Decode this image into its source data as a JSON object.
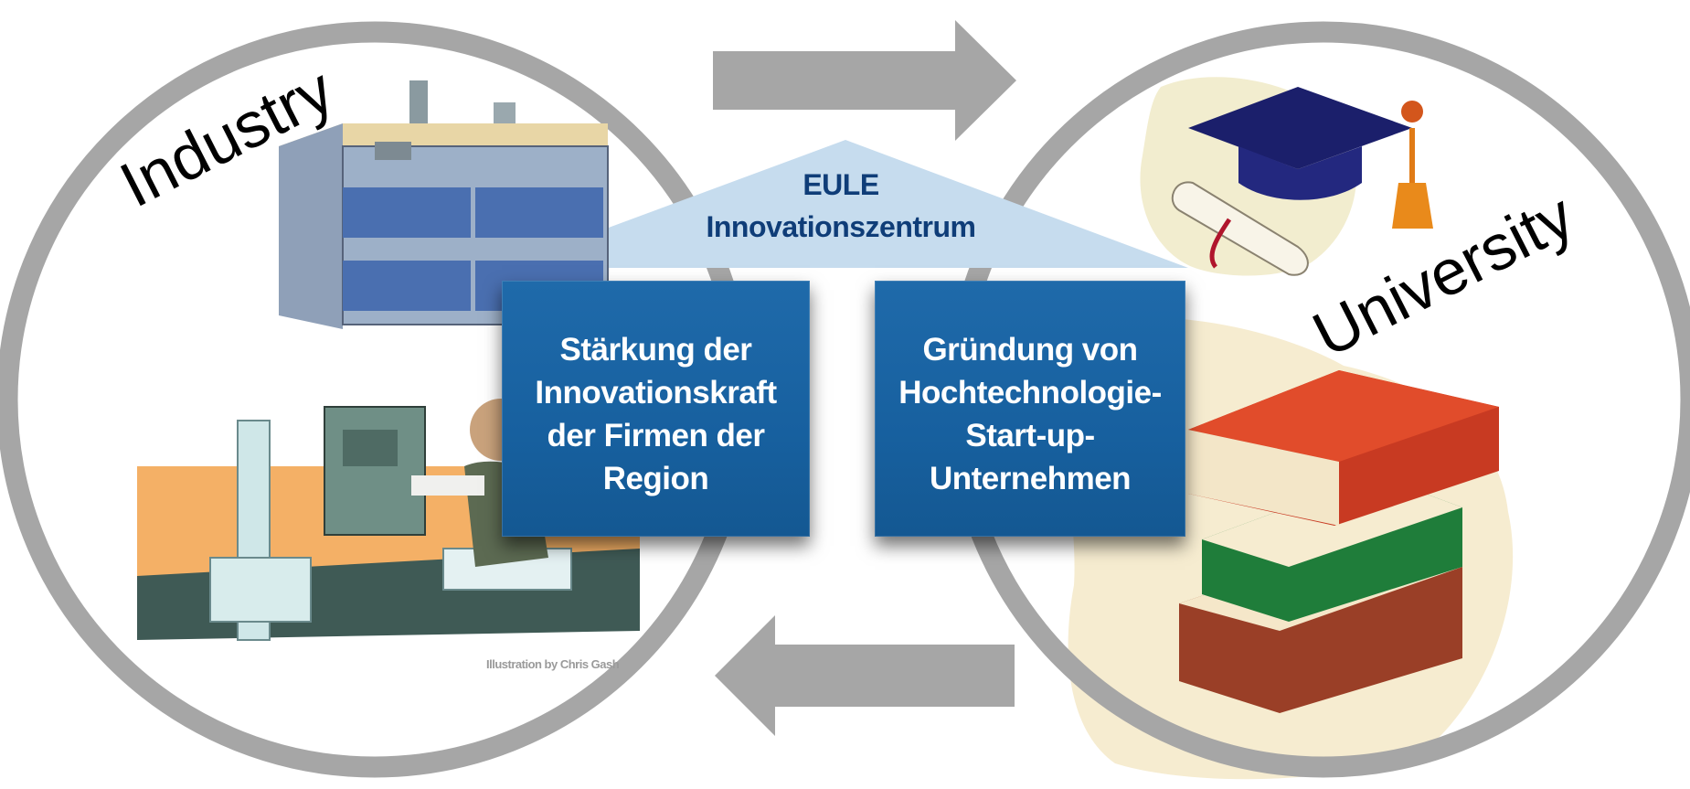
{
  "labels": {
    "left_circle": "Industry",
    "right_circle": "University"
  },
  "center": {
    "title": "EULE",
    "subtitle": "Innovationszentrum",
    "left_box": "Stärkung der\nInnovationskraft\nder Firmen der\nRegion",
    "right_box": "Gründung von\nHochtechnologie-\nStart-up-\nUnternehmen"
  },
  "credit": "Illustration by Chris Gash",
  "colors": {
    "circle_ring": "#a6a6a6",
    "arrow": "#a6a6a6",
    "roof": "#c6dcee",
    "box": "#1a64a4",
    "roof_text": "#0f3d78"
  },
  "icons": {
    "factory": "factory-building-icon",
    "worker": "factory-worker-machine-icon",
    "graduation_cap": "graduation-cap-icon",
    "diploma": "diploma-scroll-icon",
    "books": "book-stack-icon"
  }
}
